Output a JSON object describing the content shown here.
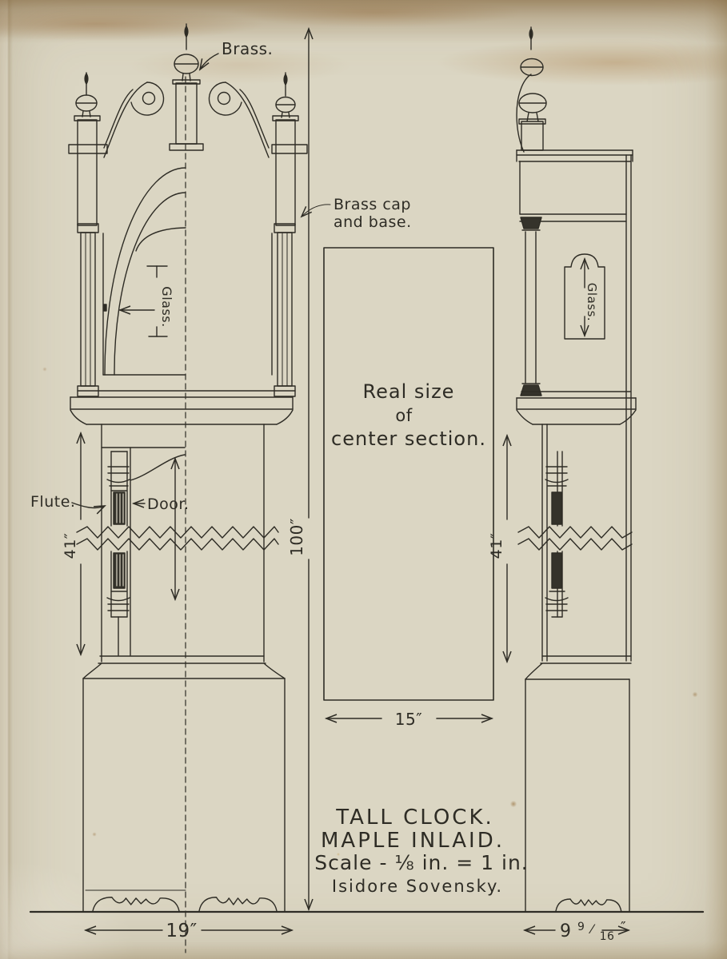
{
  "sheet": {
    "kind": "measured drawing",
    "subject": "Tall Clock"
  },
  "labels": {
    "brass": "Brass.",
    "brass_cap_line1": "Brass cap",
    "brass_cap_line2": "and base.",
    "glass_hood": "Glass.",
    "glass_side": "Glass.",
    "flute": "Flute.",
    "door": "Door.",
    "center_panel": [
      "Real size",
      "of",
      "center section."
    ]
  },
  "dimensions": {
    "overall_height": "100″",
    "waist_height_front": "41″",
    "waist_height_side": "41″",
    "center_section_width": "15″",
    "case_width": "19″",
    "case_depth": {
      "whole": "9",
      "numerator": "9",
      "slash": "⁄",
      "denominator": "16",
      "unit": "″"
    }
  },
  "title_block": {
    "lines": [
      "TALL CLOCK.",
      "MAPLE INLAID.",
      "Scale - ⅛ in. = 1 in.",
      "Isidore Sovensky."
    ]
  },
  "colors": {
    "paper": "#dbd6c3",
    "ink": "#2e2c25",
    "stain": "#a97f4a"
  }
}
